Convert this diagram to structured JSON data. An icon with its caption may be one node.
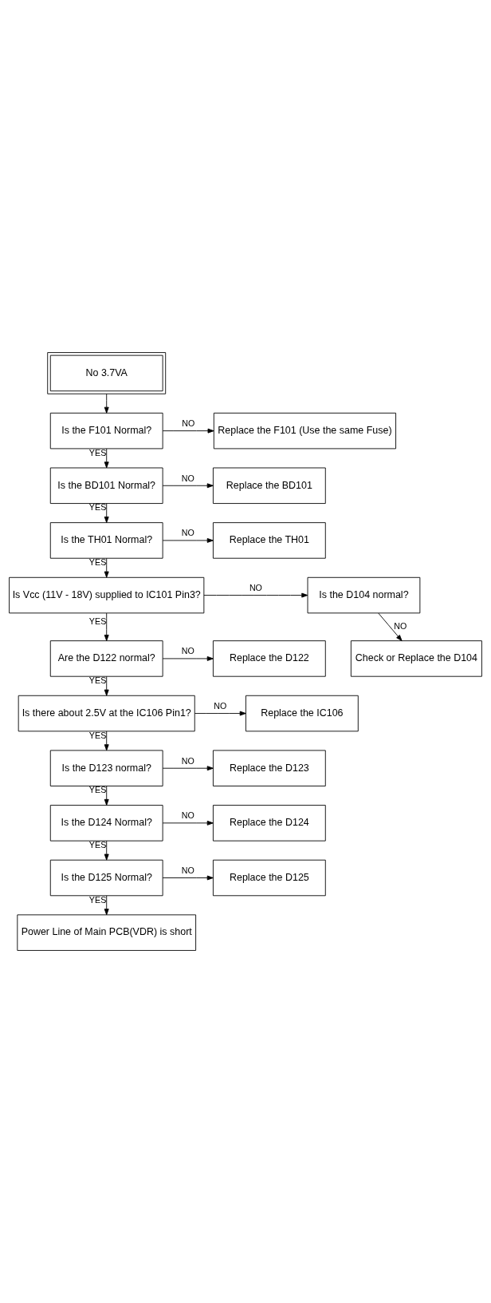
{
  "diagram": {
    "nodes": [
      {
        "text": [
          "No 3.7VA"
        ]
      },
      {
        "text": [
          "Is the F101 Normal?"
        ]
      },
      {
        "text": [
          "Replace the F101 (Use the same Fuse)"
        ]
      },
      {
        "text": [
          "Is the BD101 Normal?"
        ]
      },
      {
        "text": [
          "Replace the BD101"
        ]
      },
      {
        "text": [
          "Is the TH01 Normal?"
        ]
      },
      {
        "text": [
          "Replace the TH01"
        ]
      },
      {
        "text": [
          "Is Vcc (11V - 18V) supplied to IC101 Pin3?"
        ]
      },
      {
        "text": [
          "Is the D104 normal?"
        ]
      },
      {
        "text": [
          "Check or Replace the D104"
        ]
      },
      {
        "text": [
          "Are the D122 normal?"
        ]
      },
      {
        "text": [
          "Replace the D122"
        ]
      },
      {
        "text": [
          "Is there about 2.5V at the IC106 Pin1?"
        ]
      },
      {
        "text": [
          "Replace the IC106"
        ]
      },
      {
        "text": [
          "Is the D123 normal?"
        ]
      },
      {
        "text": [
          "Replace the D123"
        ]
      },
      {
        "text": [
          "Is the D124 Normal?"
        ]
      },
      {
        "text": [
          "Replace the D124"
        ]
      },
      {
        "text": [
          "Is the D125 Normal?"
        ]
      },
      {
        "text": [
          "Replace the D125"
        ]
      },
      {
        "text": [
          "Power Line of Main PCB(VDR) is short"
        ]
      }
    ],
    "edges": [
      {
        "from": 0,
        "to": 1,
        "arrow": "to"
      },
      {
        "from": 1,
        "to": 2,
        "arrow": "to",
        "label": "NO"
      },
      {
        "from": 1,
        "to": 3,
        "arrow": "to",
        "label": "YES"
      },
      {
        "from": 3,
        "to": 4,
        "arrow": "to",
        "label": "NO"
      },
      {
        "from": 3,
        "to": 5,
        "arrow": "to",
        "label": "YES"
      },
      {
        "from": 5,
        "to": 6,
        "arrow": "to",
        "label": "NO"
      },
      {
        "from": 5,
        "to": 7,
        "arrow": "to",
        "label": "YES"
      },
      {
        "from": 7,
        "to": 8,
        "arrow": "to",
        "label": "NO"
      },
      {
        "from": 8,
        "to": 9,
        "arrow": "to",
        "label": "NO"
      },
      {
        "from": 7,
        "to": 10,
        "arrow": "to",
        "label": "YES"
      },
      {
        "from": 10,
        "to": 11,
        "arrow": "to",
        "label": "NO"
      },
      {
        "from": 10,
        "to": 12,
        "arrow": "to",
        "label": "YES"
      },
      {
        "from": 12,
        "to": 13,
        "arrow": "to",
        "label": "NO"
      },
      {
        "from": 12,
        "to": 14,
        "arrow": "to",
        "label": "YES"
      },
      {
        "from": 14,
        "to": 15,
        "arrow": "to",
        "label": "NO"
      },
      {
        "from": 14,
        "to": 16,
        "arrow": "to",
        "label": "YES"
      },
      {
        "from": 16,
        "to": 17,
        "arrow": "to",
        "label": "NO"
      },
      {
        "from": 16,
        "to": 18,
        "arrow": "to",
        "label": "YES"
      },
      {
        "from": 18,
        "to": 19,
        "arrow": "to",
        "label": "NO"
      },
      {
        "from": 18,
        "to": 20,
        "arrow": "to",
        "label": "YES"
      }
    ]
  }
}
